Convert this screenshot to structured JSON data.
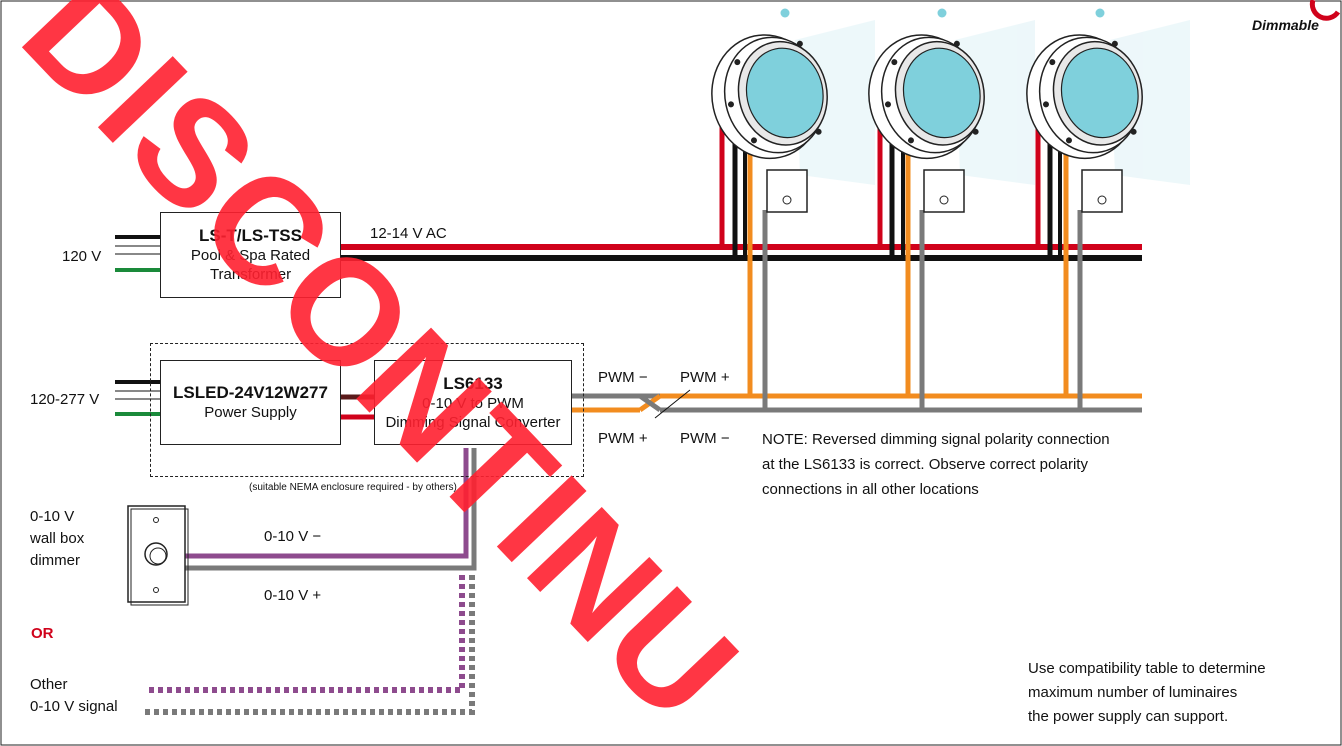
{
  "badge": {
    "label": "Dimmable"
  },
  "transformer": {
    "title": "LS-T/LS-TSS",
    "line1": "Pool & Spa Rated",
    "line2": "Transformer"
  },
  "power_supply": {
    "title": "LSLED-24V12W277",
    "line1": "Power Supply"
  },
  "converter": {
    "title": "LS6133",
    "line1": "0-10 V to PWM",
    "line2": "Dimming Signal Converter"
  },
  "labels": {
    "input_120v": "120 V",
    "input_120_277v": "120-277 V",
    "output_ac": "12-14 V AC",
    "enclosure_note": "(suitable NEMA enclosure required - by others)",
    "pwm_minus_top": "PWM −",
    "pwm_plus_top": "PWM +",
    "pwm_plus_bottom": "PWM +",
    "pwm_minus_bottom": "PWM −",
    "dimmer_minus": "0-10 V −",
    "dimmer_plus": "0-10 V +",
    "dimmer_line1": "0-10 V",
    "dimmer_line2": "wall box",
    "dimmer_line3": "dimmer",
    "or": "OR",
    "other_line1": "Other",
    "other_line2": "0-10 V signal"
  },
  "note": {
    "line1": "NOTE: Reversed dimming signal polarity connection",
    "line2": "at the LS6133 is correct. Observe correct polarity",
    "line3": "connections in all other locations"
  },
  "compat": {
    "line1": "Use compatibility table to determine",
    "line2": "maximum number of luminaires",
    "line3": "the power supply can support."
  },
  "watermark": {
    "text": "DISCONTINUED"
  },
  "colors": {
    "red_wire": "#d0021b",
    "black_wire": "#111111",
    "green_wire": "#1a8a3a",
    "orange_wire": "#f28c1f",
    "gray_wire": "#7a7a7a",
    "purple_wire": "#8e4b8e",
    "lens": "#7fd0dc",
    "watermark": "#ff2030"
  }
}
